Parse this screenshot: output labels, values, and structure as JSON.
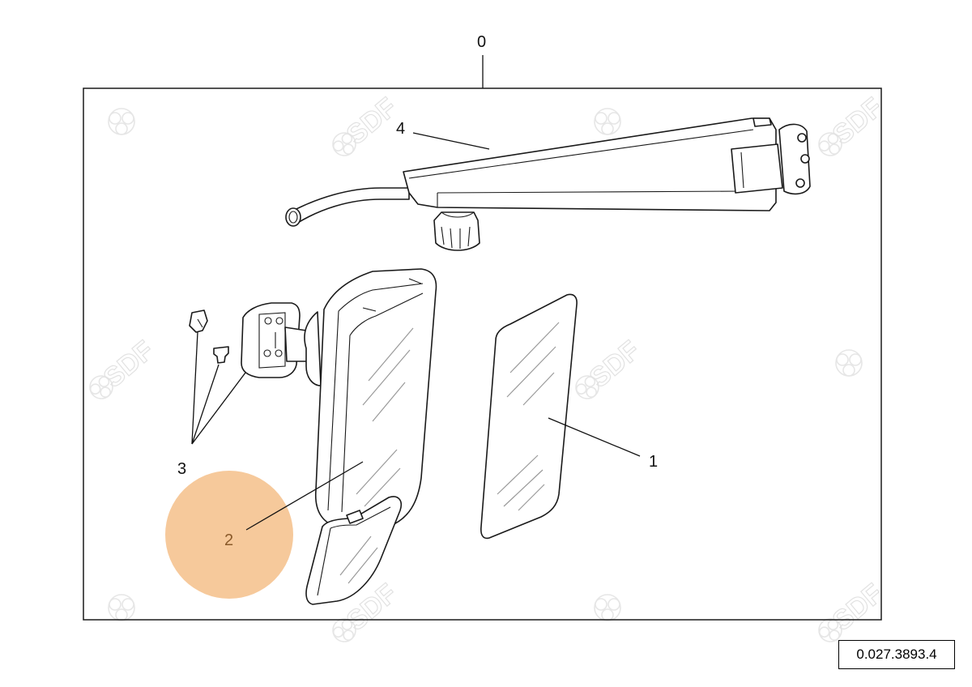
{
  "diagram": {
    "callouts": {
      "assembly": "0",
      "mirror_glass": "1",
      "mirror_housing": "2",
      "fixing_kit": "3",
      "mirror_arm": "4"
    },
    "watermark": "SDF",
    "reference_code": "0.027.3893.4",
    "highlight_color": "#f5c08a",
    "line_color": "#1a1a1a"
  }
}
